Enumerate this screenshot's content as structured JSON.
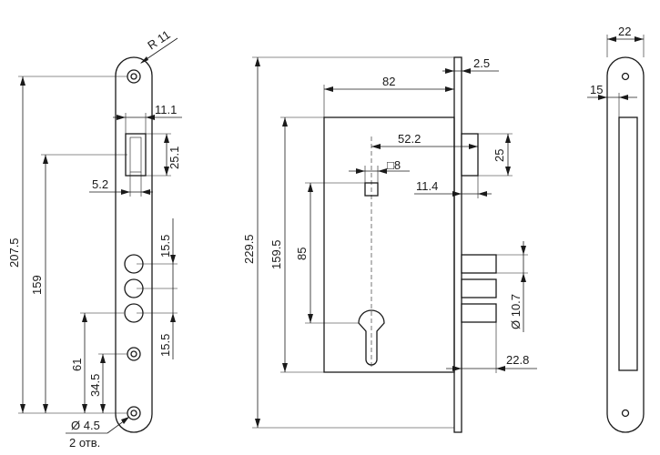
{
  "strip_front": {
    "radius": "R 11",
    "dim_207_5": "207.5",
    "dim_159": "159",
    "dim_61": "61",
    "dim_34_5": "34.5",
    "dim_11_1": "11.1",
    "dim_25_1": "25.1",
    "dim_5_2": "5.2",
    "dim_15_5_top": "15.5",
    "dim_15_5_bottom": "15.5",
    "hole_diameter": "Ø 4.5",
    "hole_count": "2 отв."
  },
  "lock_body": {
    "dim_229_5": "229.5",
    "dim_159_5": "159.5",
    "dim_85": "85",
    "dim_82": "82",
    "dim_2_5": "2.5",
    "dim_52_2": "52.2",
    "dim_25": "25",
    "square_8": "□8",
    "dim_11_4": "11.4",
    "bolt_diameter": "Ø 10.7",
    "dim_22_8": "22.8"
  },
  "strip_side": {
    "dim_22": "22",
    "dim_15": "15"
  }
}
